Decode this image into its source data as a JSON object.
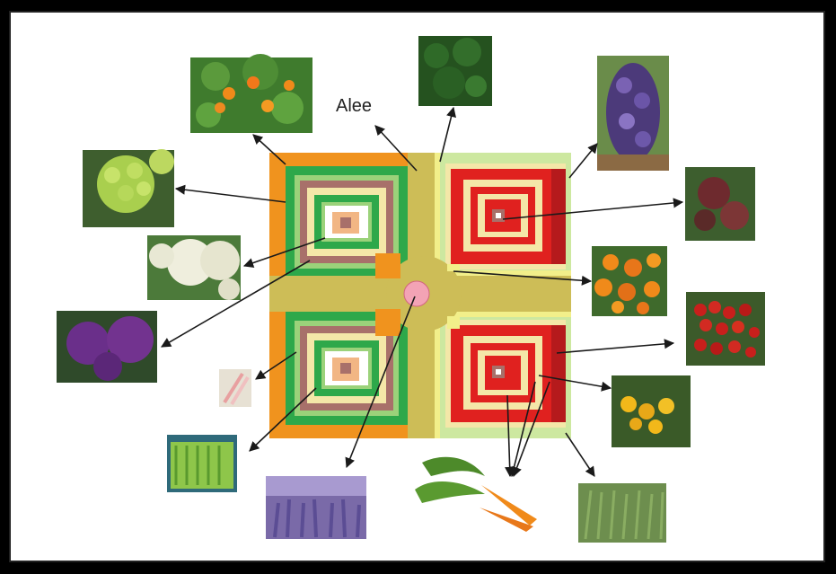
{
  "diagram": {
    "path_label": "Alee",
    "colors": {
      "orange": "#f0931e",
      "path": "#cdbd57",
      "green": "#2ea84a",
      "light_green": "#9bd27a",
      "brown": "#a8706a",
      "cream": "#f4e7a8",
      "red": "#e0211f",
      "dark_red": "#b51a1c",
      "pink": "#f3a3b5",
      "peach": "#f2b684"
    },
    "plant_photos": [
      "nasturtium",
      "kale-thyme",
      "violet-pansy",
      "romanesco",
      "red-lettuce",
      "cauliflower",
      "orange-marigold",
      "purple-cauliflower",
      "cherry-tomato",
      "radish",
      "yellow-marigold",
      "celery",
      "lavender",
      "carrot",
      "herb-grass"
    ]
  }
}
